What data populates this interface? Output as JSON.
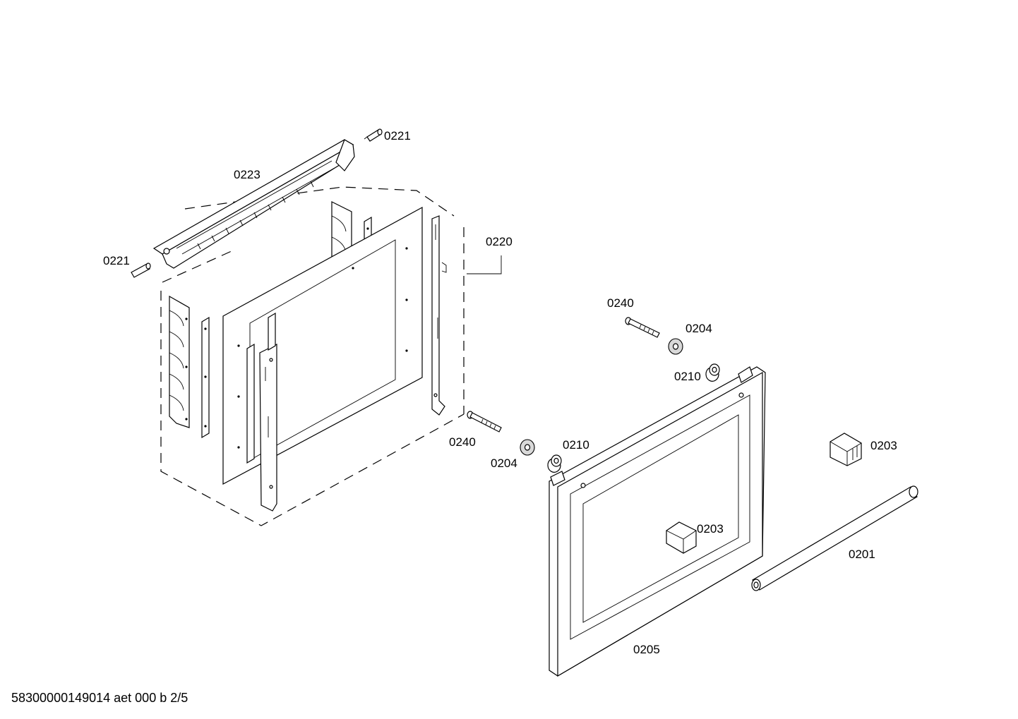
{
  "diagram": {
    "labels": {
      "p0221_top": "0221",
      "p0221_left": "0221",
      "p0223": "0223",
      "p0220": "0220",
      "p0240_upper": "0240",
      "p0204_upper": "0204",
      "p0210_upper": "0210",
      "p0240_lower": "0240",
      "p0204_lower": "0204",
      "p0210_lower": "0210",
      "p0203_right": "0203",
      "p0203_inner": "0203",
      "p0201": "0201",
      "p0205": "0205"
    }
  },
  "footer": {
    "document_code": "58300000149014 aet 000 b 2/5"
  }
}
